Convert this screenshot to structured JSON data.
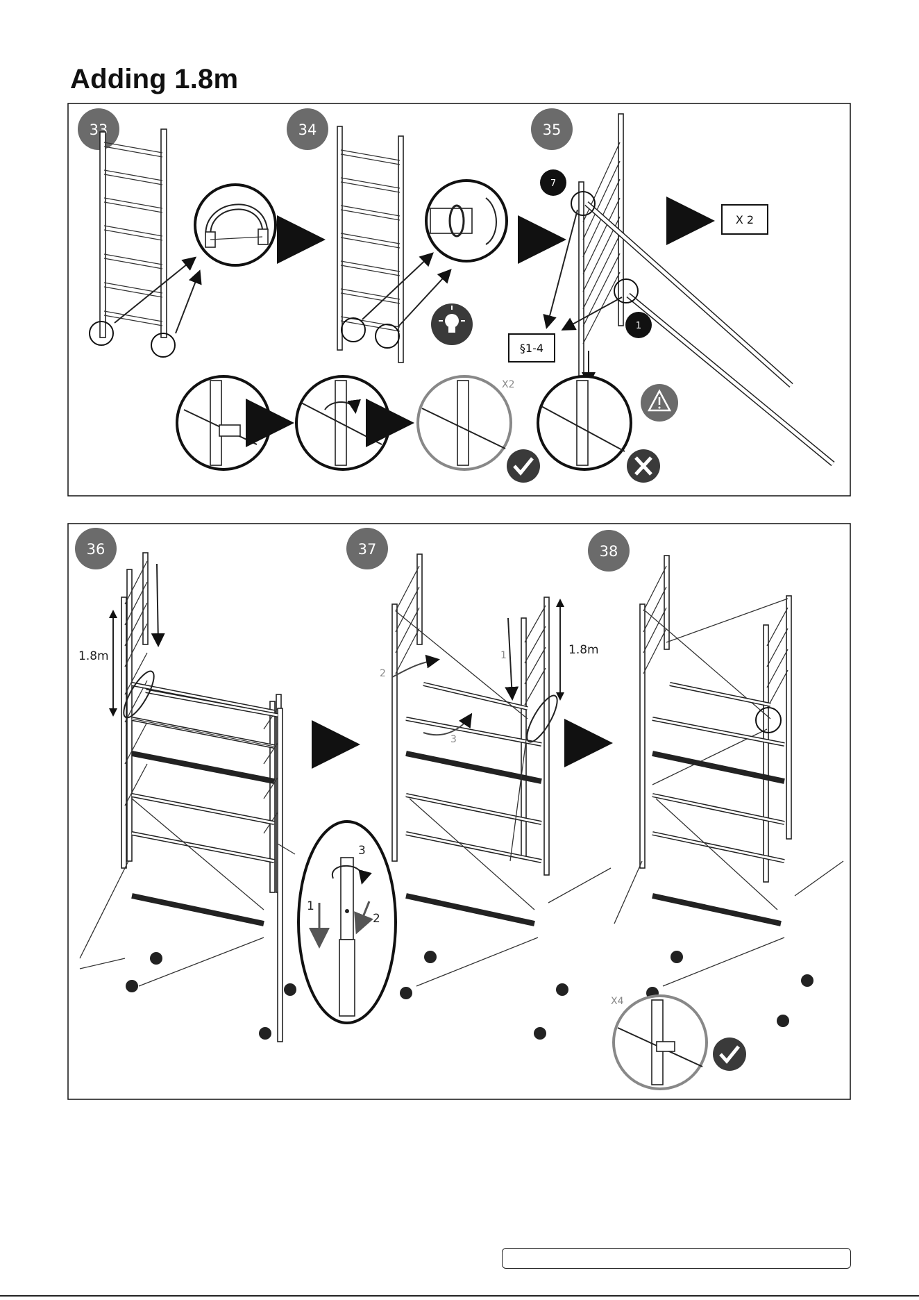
{
  "page": {
    "title": "Adding 1.8m"
  },
  "steps": {
    "s33": "33",
    "s34": "34",
    "s35": "35",
    "s36": "36",
    "s37": "37",
    "s38": "38"
  },
  "callouts": {
    "multiply_x2_box": "X 2",
    "section_box": "§1-4",
    "badge_7": "7",
    "badge_1": "1",
    "x2_small": "X2",
    "x4_small": "X4",
    "height_left": "1.8m",
    "height_right": "1.8m",
    "seq_1": "1",
    "seq_2": "2",
    "seq_3": "3",
    "detail_1": "1",
    "detail_2": "2",
    "detail_3": "3"
  },
  "icons": [
    "arrow-right-icon",
    "lightbulb-icon",
    "warning-icon",
    "check-icon",
    "cross-icon"
  ],
  "colors": {
    "step_badge": "#6b6b6b",
    "icon_dark": "#3a3a3a",
    "frame": "#111111"
  }
}
